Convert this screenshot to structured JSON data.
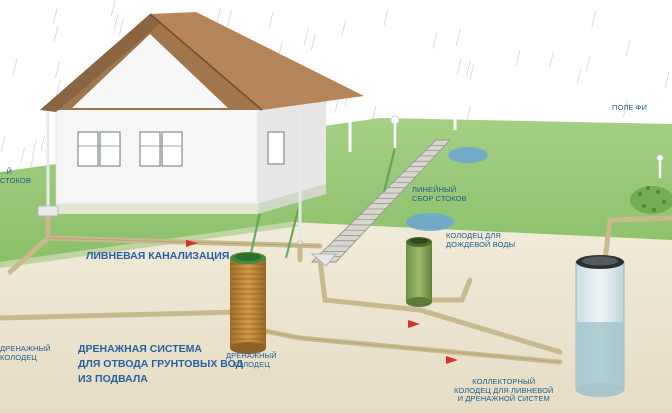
{
  "labels": {
    "field_filtration": "ПОЛЕ ФИ",
    "storm_runoff_left": "...Й\nСТОКОВ",
    "linear_collection": "ЛИНЕЙНЫЙ\nСБОР СТОКОВ",
    "rain_well": "КОЛОДЕЦ ДЛЯ\nДОЖДЕВОЙ ВОДЫ",
    "storm_sewer": "ЛИВНЕВАЯ КАНАЛИЗАЦИЯ",
    "drainage_well_left": "ДРЕНАЖНЫЙ\nКОЛОДЕЦ",
    "drainage_system": "ДРЕНАЖНАЯ СИСТЕМА\nДЛЯ ОТВОДА ГРУНТОВЫХ ВОД\nИЗ ПОДВАЛА",
    "drainage_well_center": "ДРЕНАЖНЫЙ\nКОЛОДЕЦ",
    "collector_well": "КОЛЛЕКТОРНЫЙ\nКОЛОДЕЦ ДЛЯ ЛИВНЕВОЙ\nИ ДРЕНАЖНОЙ СИСТЕМ"
  },
  "colors": {
    "grass": "#8cc26a",
    "soil": "#ede6d2",
    "pipe": "#c8ba8e",
    "flow_arrow": "#d63030",
    "label_text": "#1d5c8c",
    "roof": "#a1764c",
    "wall": "#f4f4f4"
  },
  "icons": [
    "rain",
    "house",
    "gutter",
    "grate",
    "puddle",
    "well",
    "arrow-right",
    "lamp",
    "shrub"
  ]
}
